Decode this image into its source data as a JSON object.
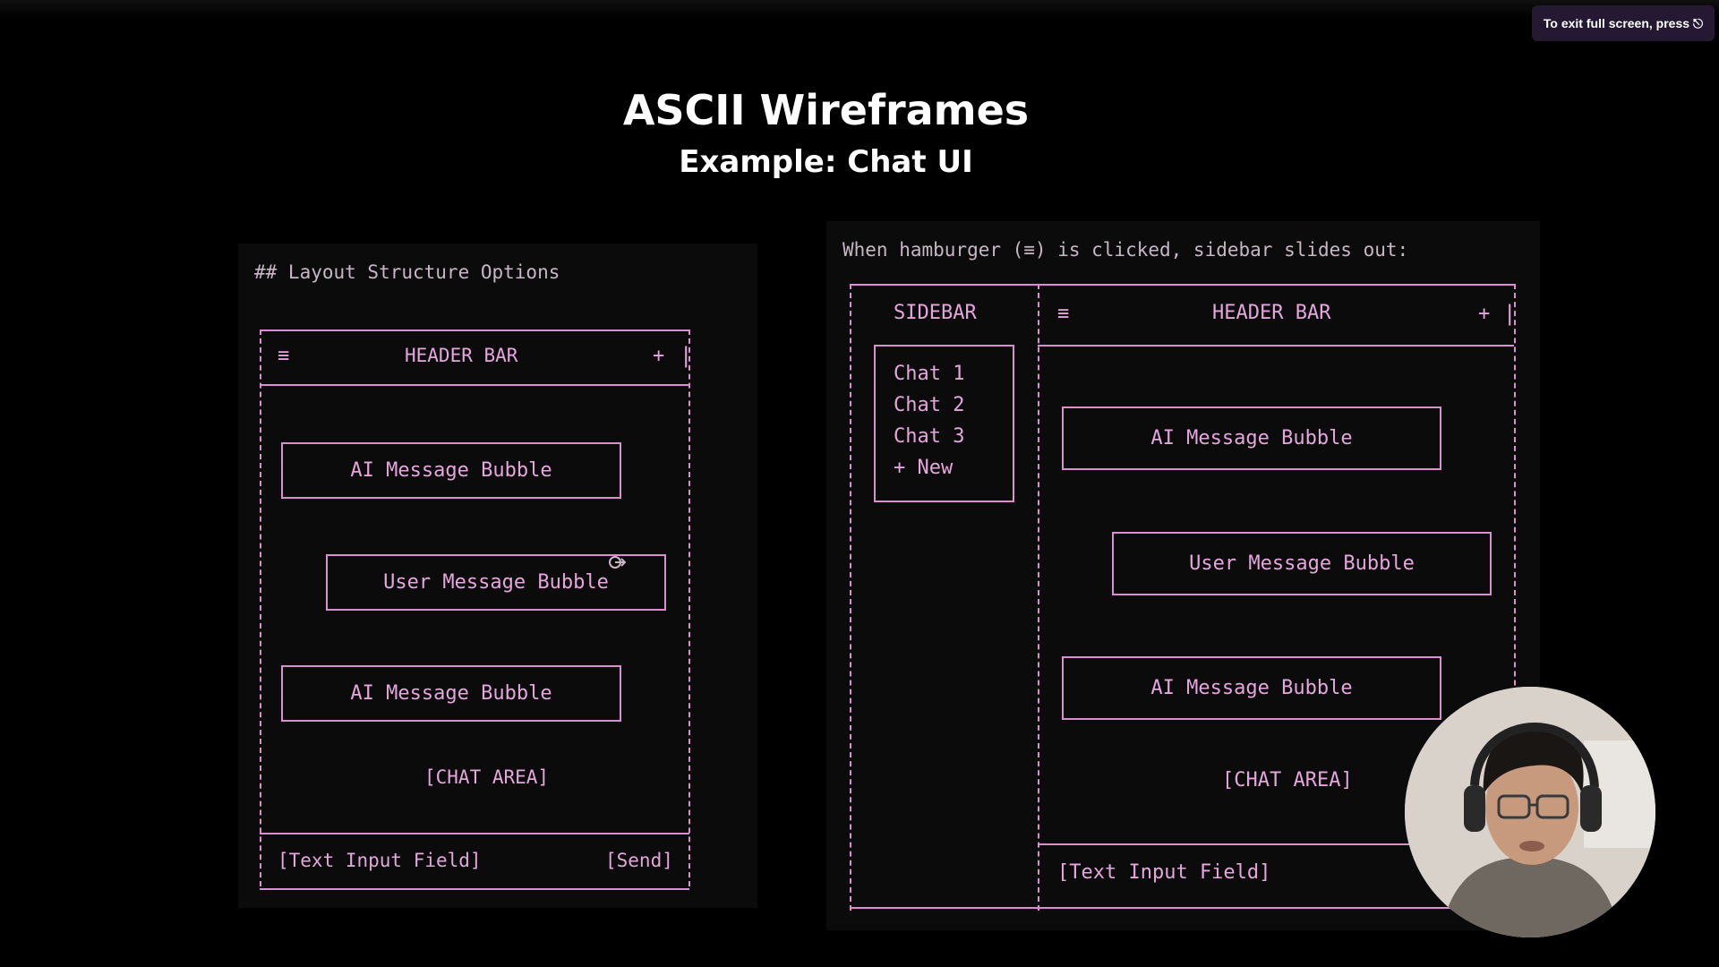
{
  "browser": {
    "exit_fullscreen_text": "To exit full screen, press",
    "exit_key_icon": "escape-key-icon"
  },
  "slide": {
    "title": "ASCII Wireframes",
    "subtitle": "Example: Chat UI"
  },
  "left_wireframe": {
    "caption": "## Layout Structure Options",
    "header_menu_glyph": "≡",
    "header_label": "HEADER BAR",
    "header_plus_glyph": "+",
    "bubbles": [
      "AI Message Bubble",
      "User Message Bubble",
      "AI Message Bubble"
    ],
    "chat_area_label": "[CHAT AREA]",
    "input_label": "[Text Input Field]",
    "send_label": "[Send]"
  },
  "right_wireframe": {
    "caption": "When hamburger (≡) is clicked, sidebar slides out:",
    "sidebar_label": "SIDEBAR",
    "sidebar_items": [
      "Chat 1",
      "Chat 2",
      "Chat 3",
      "+ New"
    ],
    "header_menu_glyph": "≡",
    "header_label": "HEADER BAR",
    "header_plus_glyph": "+",
    "bubbles": [
      "AI Message Bubble",
      "User Message Bubble",
      "AI Message Bubble"
    ],
    "chat_area_label": "[CHAT AREA]",
    "input_label": "[Text Input Field]"
  },
  "colors": {
    "background": "#000000",
    "wireframe_pink": "#e4a6dc",
    "panel": "#0b0b0b"
  }
}
